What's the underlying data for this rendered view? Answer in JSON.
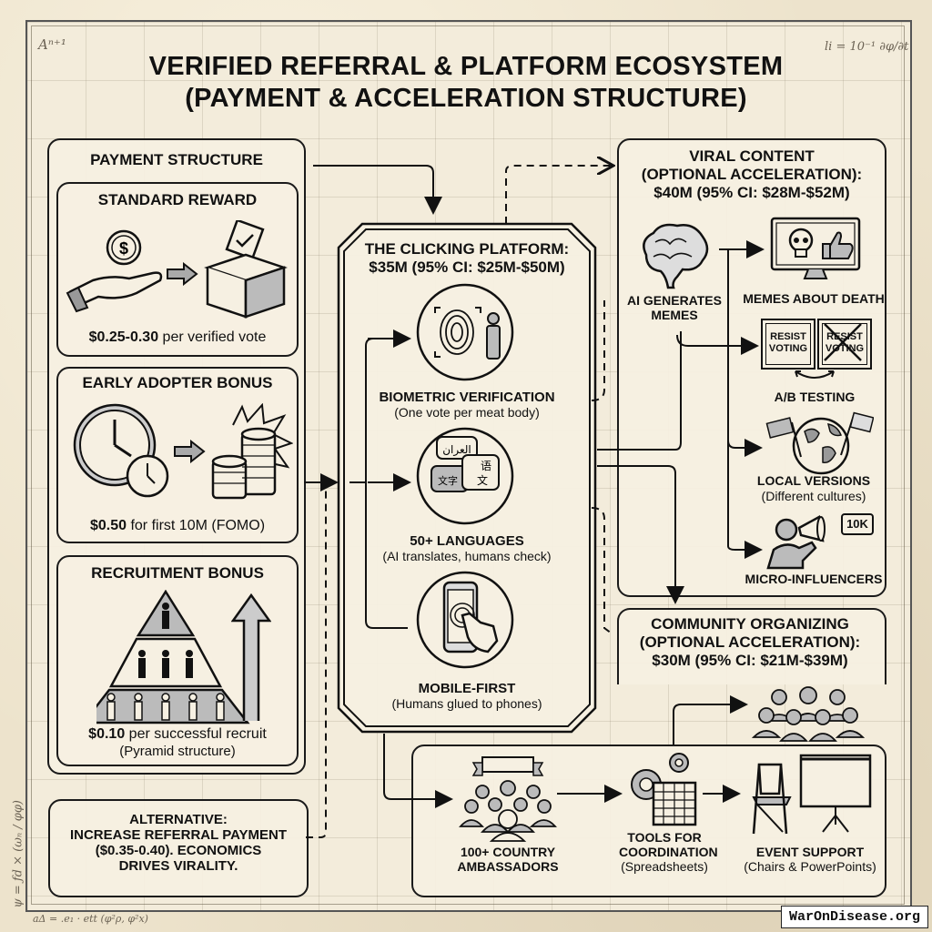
{
  "title": {
    "line1": "VERIFIED REFERRAL & PLATFORM ECOSYSTEM",
    "line2": "(PAYMENT & ACCELERATION STRUCTURE)"
  },
  "margin_math": {
    "top_left": "Aⁿ⁺¹",
    "top_right": "li = 10⁻¹ ∂φ/∂t",
    "left_vertical": "ψ = ƒd × (ωₙ / φφ)",
    "bottom_left": "aΔ = .e₁ · ett (φ²ρ, φ²x)"
  },
  "payment": {
    "header": "PAYMENT STRUCTURE",
    "standard": {
      "header": "STANDARD REWARD",
      "amount": "$0.25-0.30",
      "text": " per verified vote",
      "icons": [
        "hand-with-coin-icon",
        "arrow-right-icon",
        "ballot-box-icon"
      ]
    },
    "early": {
      "header": "EARLY ADOPTER BONUS",
      "amount": "$0.50",
      "text": " for first 10M (FOMO)",
      "icons": [
        "clock-icon",
        "arrow-right-icon",
        "coin-stacks-icon"
      ]
    },
    "recruit": {
      "header": "RECRUITMENT BONUS",
      "amount": "$0.10",
      "text": " per successful recruit",
      "sub": "(Pyramid structure)",
      "icons": [
        "pyramid-people-icon",
        "arrow-up-icon"
      ]
    }
  },
  "alternative": {
    "line1": "ALTERNATIVE:",
    "line2": "INCREASE REFERRAL PAYMENT",
    "line3": "($0.35-0.40). ECONOMICS",
    "line4": "DRIVES VIRALITY."
  },
  "platform": {
    "header1": "THE CLICKING PLATFORM:",
    "header2": "$35M (95% CI: $25M-$50M)",
    "items": [
      {
        "title": "BIOMETRIC VERIFICATION",
        "sub": "(One vote per meat body)",
        "icon": "fingerprint-icon"
      },
      {
        "title": "50+ LANGUAGES",
        "sub": "(AI translates, humans check)",
        "icon": "languages-icon",
        "glyphs": [
          "العران",
          "文字",
          "语",
          "文"
        ]
      },
      {
        "title": "MOBILE-FIRST",
        "sub": "(Humans glued to phones)",
        "icon": "phone-tap-icon"
      }
    ]
  },
  "viral": {
    "header1": "VIRAL CONTENT",
    "header2": "(OPTIONAL ACCELERATION):",
    "header3": "$40M (95% CI: $28M-$52M)",
    "source": {
      "line1": "AI GENERATES",
      "line2": "MEMES",
      "icon": "brain-icon"
    },
    "items": [
      {
        "title": "MEMES ABOUT DEATH",
        "icon": "monitor-skull-icon"
      },
      {
        "title": "A/B TESTING",
        "icon": "ab-test-icon",
        "card_a": [
          "RESIST",
          "VOTING"
        ],
        "card_b": [
          "RESIST",
          "VOTING"
        ]
      },
      {
        "title": "LOCAL VERSIONS",
        "sub": "(Different cultures)",
        "icon": "globe-flags-icon"
      },
      {
        "title": "MICRO-INFLUENCERS",
        "icon": "megaphone-person-icon",
        "badge": "10K"
      }
    ]
  },
  "community": {
    "header1": "COMMUNITY ORGANIZING",
    "header2": "(OPTIONAL ACCELERATION):",
    "header3": "$30M (95% CI: $21M-$39M)",
    "items": [
      {
        "line1": "100+ COUNTRY",
        "line2": "AMBASSADORS",
        "icon": "crowd-banner-icon"
      },
      {
        "line1": "TOOLS FOR",
        "line2": "COORDINATION",
        "sub": "(Spreadsheets)",
        "icon": "gears-spreadsheet-icon"
      },
      {
        "line1": "EVENT SUPPORT",
        "sub": "(Chairs & PowerPoints)",
        "icon": "chair-projector-icon"
      }
    ],
    "crowd_icon": "crowd-icon"
  },
  "watermark": "WarOnDisease.org"
}
